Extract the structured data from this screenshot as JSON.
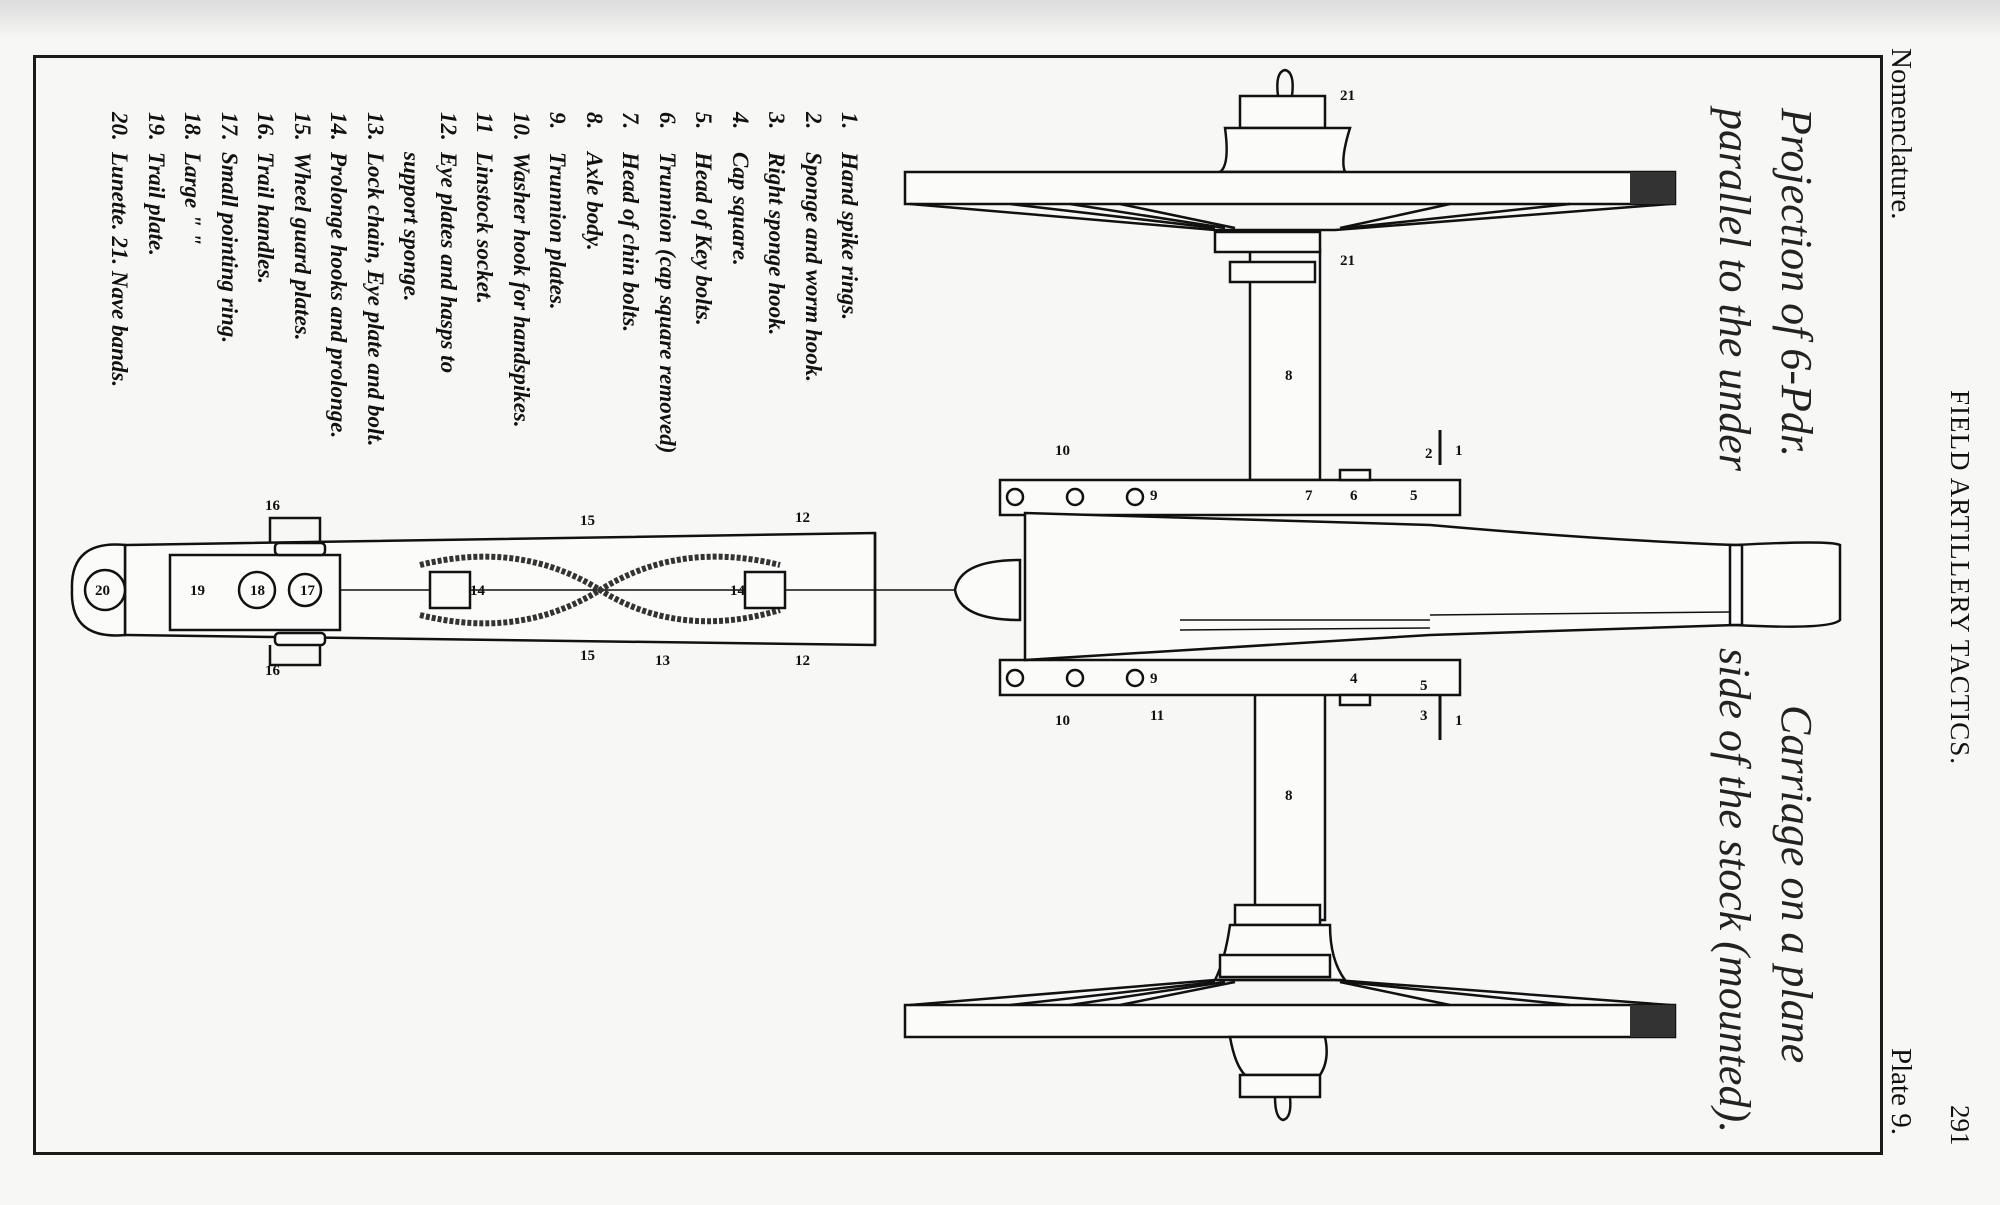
{
  "page": {
    "running_head": "FIELD ARTILLERY TACTICS.",
    "page_number": "291",
    "section": "Nomenclature.",
    "plate": "Plate 9."
  },
  "caption": {
    "left_line1": "Projection of 6-Pdr.",
    "left_line2": "parallel to the under",
    "right_line1": "Carriage on a plane",
    "right_line2": "side of the stock (mounted)."
  },
  "legend": [
    {
      "num": "1.",
      "text": "Hand spike rings."
    },
    {
      "num": "2.",
      "text": "Sponge and worm hook."
    },
    {
      "num": "3.",
      "text": "Right sponge hook."
    },
    {
      "num": "4.",
      "text": "Cap square."
    },
    {
      "num": "5.",
      "text": "Head of Key bolts."
    },
    {
      "num": "6.",
      "text": "Trunnion (cap square removed)"
    },
    {
      "num": "7.",
      "text": "Head of chin bolts."
    },
    {
      "num": "8.",
      "text": "Axle body."
    },
    {
      "num": "9.",
      "text": "Trunnion plates."
    },
    {
      "num": "10.",
      "text": "Washer hook for handspikes."
    },
    {
      "num": "11",
      "text": "Linstock socket."
    },
    {
      "num": "12.",
      "text": "Eye plates and hasps to",
      "cont": "support sponge."
    },
    {
      "num": "13.",
      "text": "Lock chain, Eye plate and bolt."
    },
    {
      "num": "14.",
      "text": "Prolonge hooks and prolonge."
    },
    {
      "num": "15.",
      "text": "Wheel guard plates."
    },
    {
      "num": "16.",
      "text": "Trail handles."
    },
    {
      "num": "17.",
      "text": "Small pointing ring."
    },
    {
      "num": "18.",
      "text": "Large    \"        \""
    },
    {
      "num": "19.",
      "text": "Trail plate."
    },
    {
      "num": "20.",
      "text": "Lunette.  21. Nave bands."
    }
  ],
  "callouts": {
    "n1": "1",
    "n2": "2",
    "n3": "3",
    "n4": "4",
    "n5": "5",
    "n6": "6",
    "n7": "7",
    "n8": "8",
    "n9": "9",
    "n10": "10",
    "n11": "11",
    "n12": "12",
    "n13": "13",
    "n14": "14",
    "n15": "15",
    "n16": "16",
    "n17": "17",
    "n18": "18",
    "n19": "19",
    "n20": "20",
    "n21": "21"
  }
}
